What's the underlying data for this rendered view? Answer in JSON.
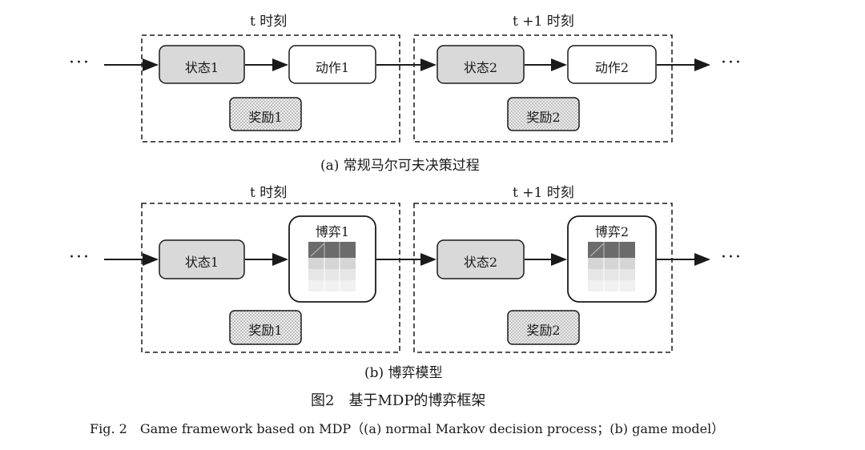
{
  "diagram_a": {
    "time_t": "t 时刻",
    "time_t1": "t +1 时刻",
    "state1": "状态1",
    "action1": "动作1",
    "reward1": "奖励1",
    "state2": "状态2",
    "action2": "动作2",
    "reward2": "奖励2",
    "caption": "(a) 常规马尔可夫决策过程",
    "ellipsis_left": "···",
    "ellipsis_right": "···"
  },
  "diagram_b": {
    "time_t": "t 时刻",
    "time_t1": "t +1 时刻",
    "state1": "状态1",
    "game1": "博弈1",
    "reward1": "奖励1",
    "state2": "状态2",
    "game2": "博弈2",
    "reward2": "奖励2",
    "caption": "(b) 博弈模型",
    "ellipsis_left": "···",
    "ellipsis_right": "···"
  },
  "figure": {
    "caption_cn": "图2　基于MDP的博弈框架",
    "caption_en": "Fig. 2　Game framework based on MDP（(a) normal Markov decision process；(b) game model）"
  },
  "colors": {
    "state_fill": "#d9d9d9",
    "action_fill": "#ffffff",
    "reward_fill": "#e6e6e6",
    "line": "#1a1a1a"
  }
}
